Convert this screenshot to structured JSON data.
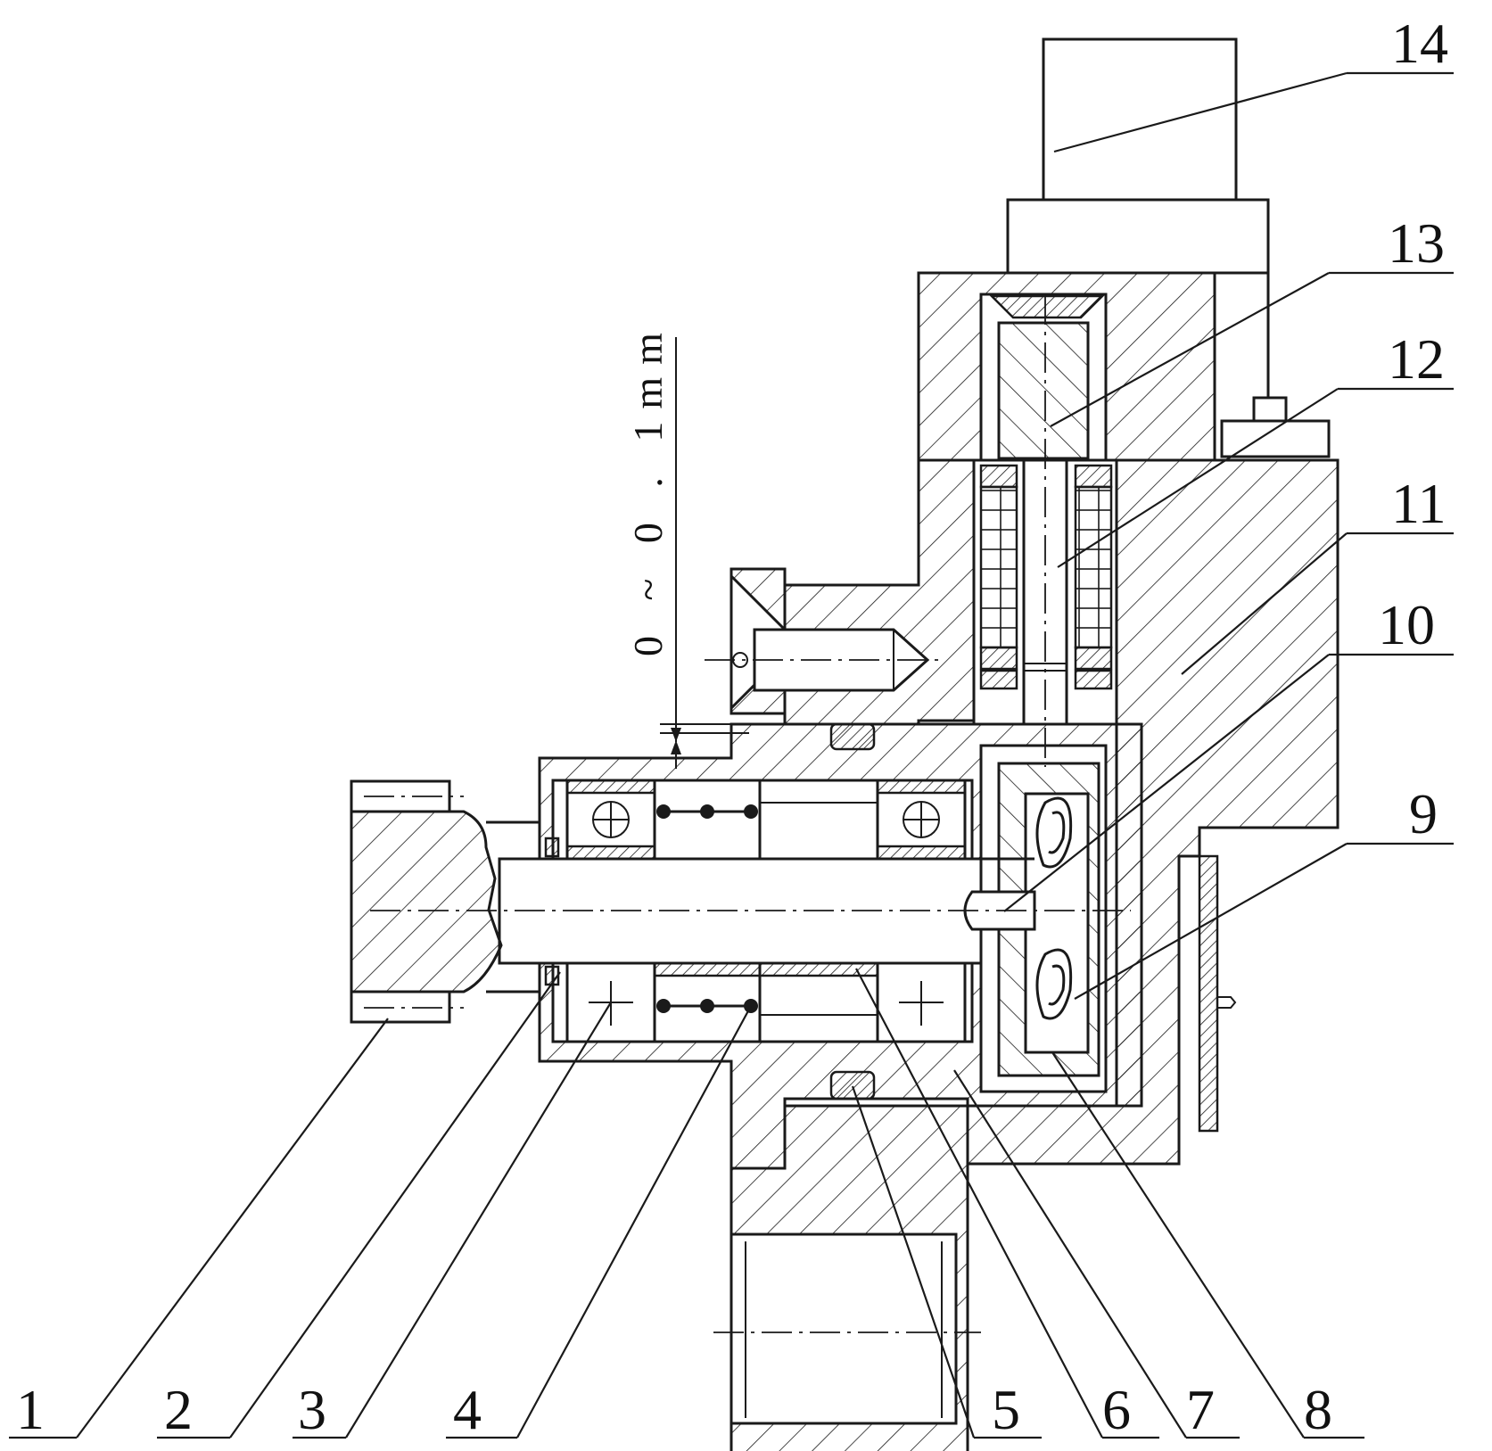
{
  "figure": {
    "dimension_note": "0 ~ 0 . 1mm",
    "labels": [
      {
        "id": "1",
        "text": "1"
      },
      {
        "id": "2",
        "text": "2"
      },
      {
        "id": "3",
        "text": "3"
      },
      {
        "id": "4",
        "text": "4"
      },
      {
        "id": "5",
        "text": "5"
      },
      {
        "id": "6",
        "text": "6"
      },
      {
        "id": "7",
        "text": "7"
      },
      {
        "id": "8",
        "text": "8"
      },
      {
        "id": "9",
        "text": "9"
      },
      {
        "id": "10",
        "text": "10"
      },
      {
        "id": "11",
        "text": "11"
      },
      {
        "id": "12",
        "text": "12"
      },
      {
        "id": "13",
        "text": "13"
      },
      {
        "id": "14",
        "text": "14"
      }
    ]
  }
}
